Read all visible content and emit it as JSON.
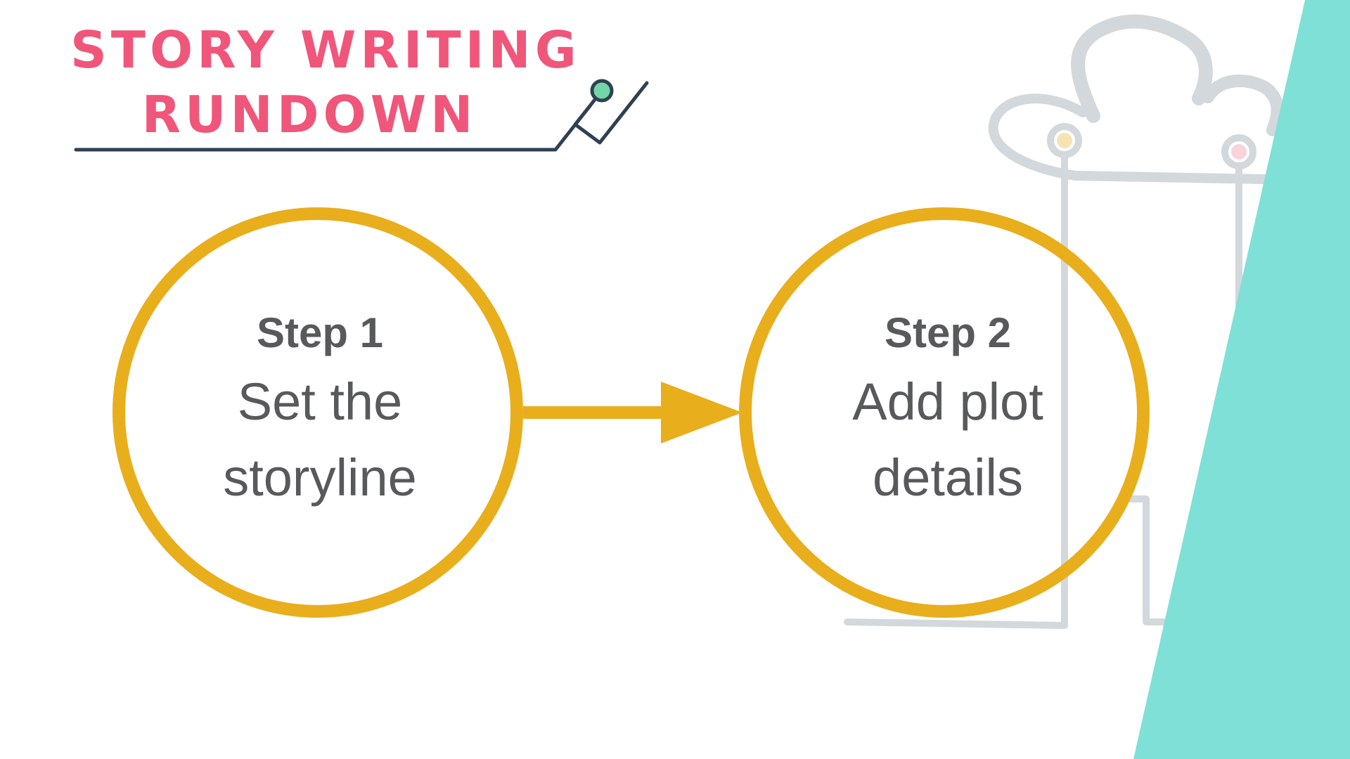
{
  "title": {
    "line1": "STORY WRITING",
    "line2": "RUNDOWN"
  },
  "steps": [
    {
      "label": "Step 1",
      "description_line1": "Set the",
      "description_line2": "storyline"
    },
    {
      "label": "Step 2",
      "description_line1": "Add plot",
      "description_line2": "details"
    }
  ],
  "colors": {
    "title": "#f0567a",
    "circle_stroke": "#e8ae1c",
    "arrow": "#e8ae1c",
    "text": "#58595b",
    "accent_panel": "#7fe0d7",
    "decor": "#d3d8dc",
    "underline": "#2f4152"
  },
  "icons": [
    "pencil-check-icon",
    "cloud-circuit-decoration"
  ]
}
